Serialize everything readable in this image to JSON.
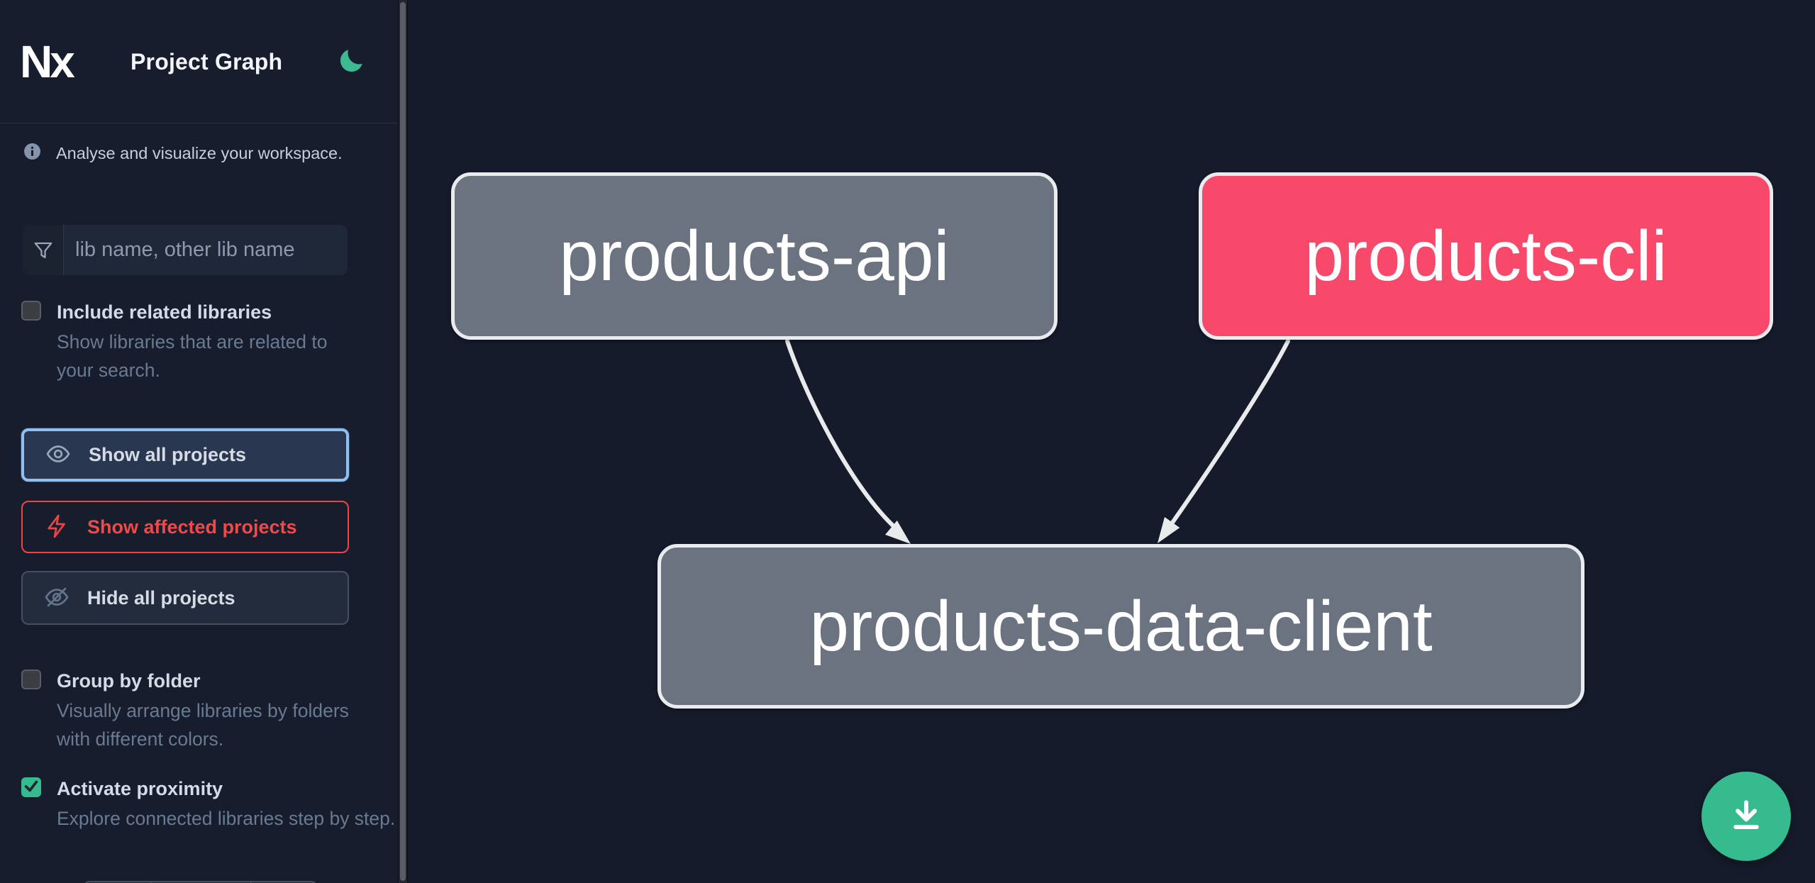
{
  "app": {
    "title": "Project Graph",
    "logo_text": "Nx"
  },
  "sidebar": {
    "tagline": "Analyse and visualize your workspace.",
    "search": {
      "placeholder": "lib name, other lib name"
    },
    "options": [
      {
        "label": "Include related libraries",
        "description": "Show libraries that are related to your search.",
        "checked": false
      },
      {
        "label": "Group by folder",
        "description": "Visually arrange libraries by folders with different colors.",
        "checked": false
      },
      {
        "label": "Activate proximity",
        "description": "Explore connected libraries step by step.",
        "checked": true
      }
    ],
    "actions": [
      {
        "label": "Show all projects",
        "icon": "eye-icon"
      },
      {
        "label": "Show affected projects",
        "icon": "bolt-icon"
      },
      {
        "label": "Hide all projects",
        "icon": "eye-off-icon"
      }
    ]
  },
  "graph": {
    "nodes": [
      {
        "id": "products-api",
        "state": "default"
      },
      {
        "id": "products-cli",
        "state": "affected"
      },
      {
        "id": "products-data-client",
        "state": "default"
      }
    ],
    "edges": [
      {
        "source": "products-api",
        "target": "products-data-client"
      },
      {
        "source": "products-cli",
        "target": "products-data-client"
      }
    ]
  },
  "fab": {
    "icon": "download-icon"
  },
  "colors": {
    "sidebar_bg": "#171d2d",
    "canvas_bg": "#151b2a",
    "node_default": "#6b7280",
    "node_affected": "#f8496b",
    "node_border": "#e9ebee",
    "edge": "#e8eaec",
    "accent_green": "#35bb8d",
    "focus_blue": "#8fc0f2",
    "affected_red": "#ef4444"
  }
}
